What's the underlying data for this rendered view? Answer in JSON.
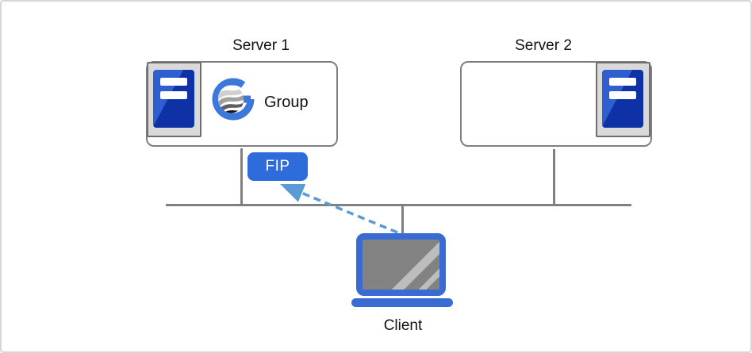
{
  "diagram": {
    "type": "network-cluster-failover-diagram",
    "nodes": {
      "server1": {
        "label": "Server 1"
      },
      "server2": {
        "label": "Server 2"
      },
      "group": {
        "label": "Group"
      },
      "fip": {
        "label": "FIP"
      },
      "client": {
        "label": "Client"
      }
    },
    "icons": {
      "server1_icon": "server-tower-icon",
      "server2_icon": "server-tower-icon",
      "group_icon": "group-globe-g-logo-icon",
      "client_icon": "laptop-icon"
    },
    "edges": [
      {
        "from": "server1",
        "to": "network-bus",
        "style": "solid-gray"
      },
      {
        "from": "server2",
        "to": "network-bus",
        "style": "solid-gray"
      },
      {
        "from": "client",
        "to": "network-bus",
        "style": "solid-gray"
      },
      {
        "from": "client",
        "to": "fip",
        "style": "dashed-blue-arrow"
      }
    ],
    "colors": {
      "node_border": "#7f7f7f",
      "network_line": "#808080",
      "server_tower_blue_light": "#2e5ecf",
      "server_tower_blue_dark": "#0e31a6",
      "fip_badge_blue": "#2e6bdb",
      "laptop_blue": "#3a6bd3",
      "arrow_blue": "#5b9bd5",
      "logo_blue": "#3c77da",
      "icon_background": "#d9d9d9"
    }
  }
}
